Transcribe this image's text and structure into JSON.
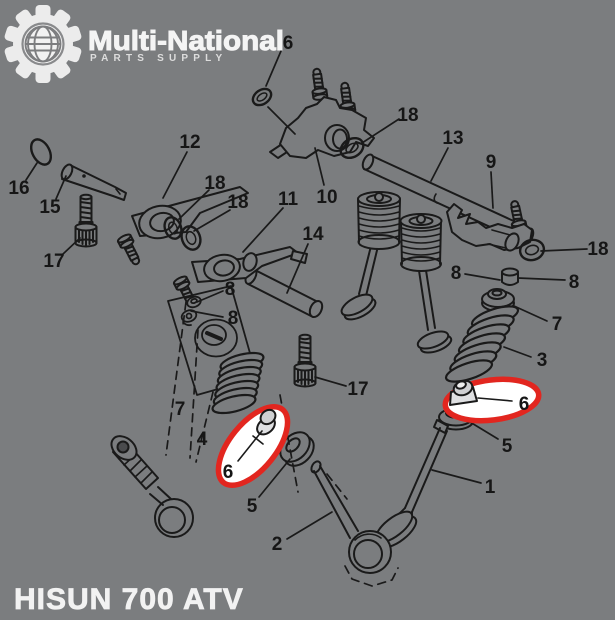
{
  "logo": {
    "icon": "gear-globe-icon",
    "title": "Multi-National",
    "subtitle": "PARTS SUPPLY"
  },
  "caption": "HISUN 700 ATV",
  "diagram": {
    "type": "exploded-parts-diagram",
    "subject": "ATV cylinder head valve train components",
    "background_color": "#7b7d7f",
    "line_color": "#1a1a1a",
    "highlight_color": "#e2261f",
    "highlighted_part": "6",
    "callouts": [
      {
        "part": "6"
      },
      {
        "part": "16"
      },
      {
        "part": "15"
      },
      {
        "part": "17"
      },
      {
        "part": "12"
      },
      {
        "part": "18"
      },
      {
        "part": "18"
      },
      {
        "part": "11"
      },
      {
        "part": "10"
      },
      {
        "part": "14"
      },
      {
        "part": "18"
      },
      {
        "part": "13"
      },
      {
        "part": "9"
      },
      {
        "part": "18"
      },
      {
        "part": "8"
      },
      {
        "part": "8"
      },
      {
        "part": "8"
      },
      {
        "part": "8"
      },
      {
        "part": "7"
      },
      {
        "part": "3"
      },
      {
        "part": "6"
      },
      {
        "part": "5"
      },
      {
        "part": "1"
      },
      {
        "part": "17"
      },
      {
        "part": "7"
      },
      {
        "part": "4"
      },
      {
        "part": "6"
      },
      {
        "part": "5"
      },
      {
        "part": "2"
      }
    ]
  }
}
